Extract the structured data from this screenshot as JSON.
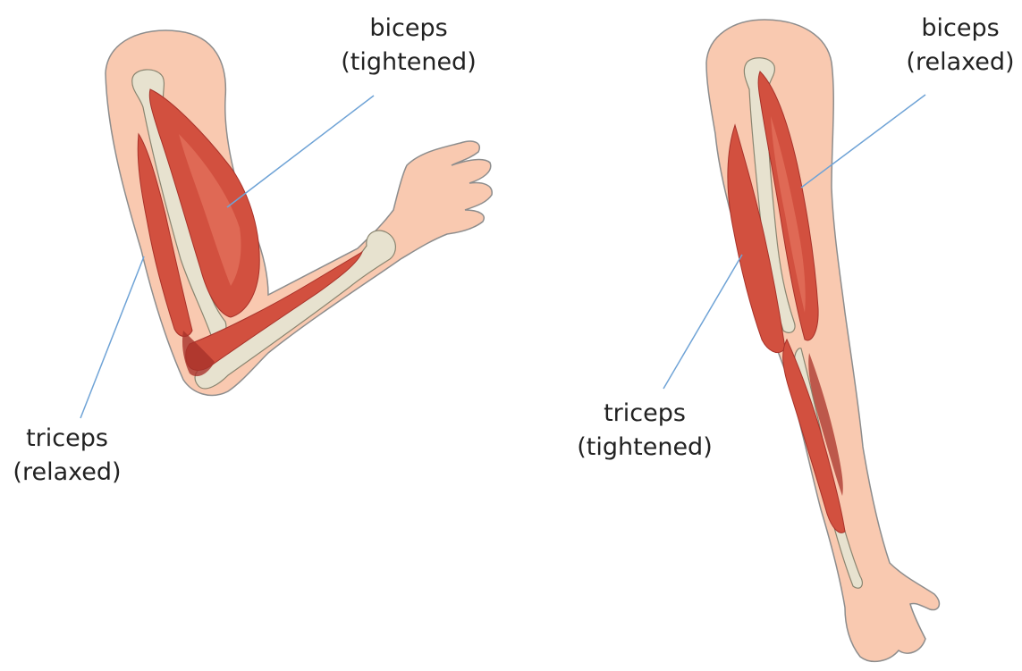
{
  "colors": {
    "skin": "#f9c9b0",
    "skin_outline": "#8d8d8d",
    "muscle": "#d2503f",
    "muscle_dark": "#a8322a",
    "muscle_light": "#ea7d68",
    "bone": "#e7e2cf",
    "bone_outline": "#8a8570",
    "leader_line": "#6fa3d6"
  },
  "left_arm": {
    "state": "flexed",
    "biceps_label": {
      "line1": "biceps",
      "line2": "(tightened)"
    },
    "triceps_label": {
      "line1": "triceps",
      "line2": "(relaxed)"
    }
  },
  "right_arm": {
    "state": "extended",
    "biceps_label": {
      "line1": "biceps",
      "line2": "(relaxed)"
    },
    "triceps_label": {
      "line1": "triceps",
      "line2": "(tightened)"
    }
  }
}
